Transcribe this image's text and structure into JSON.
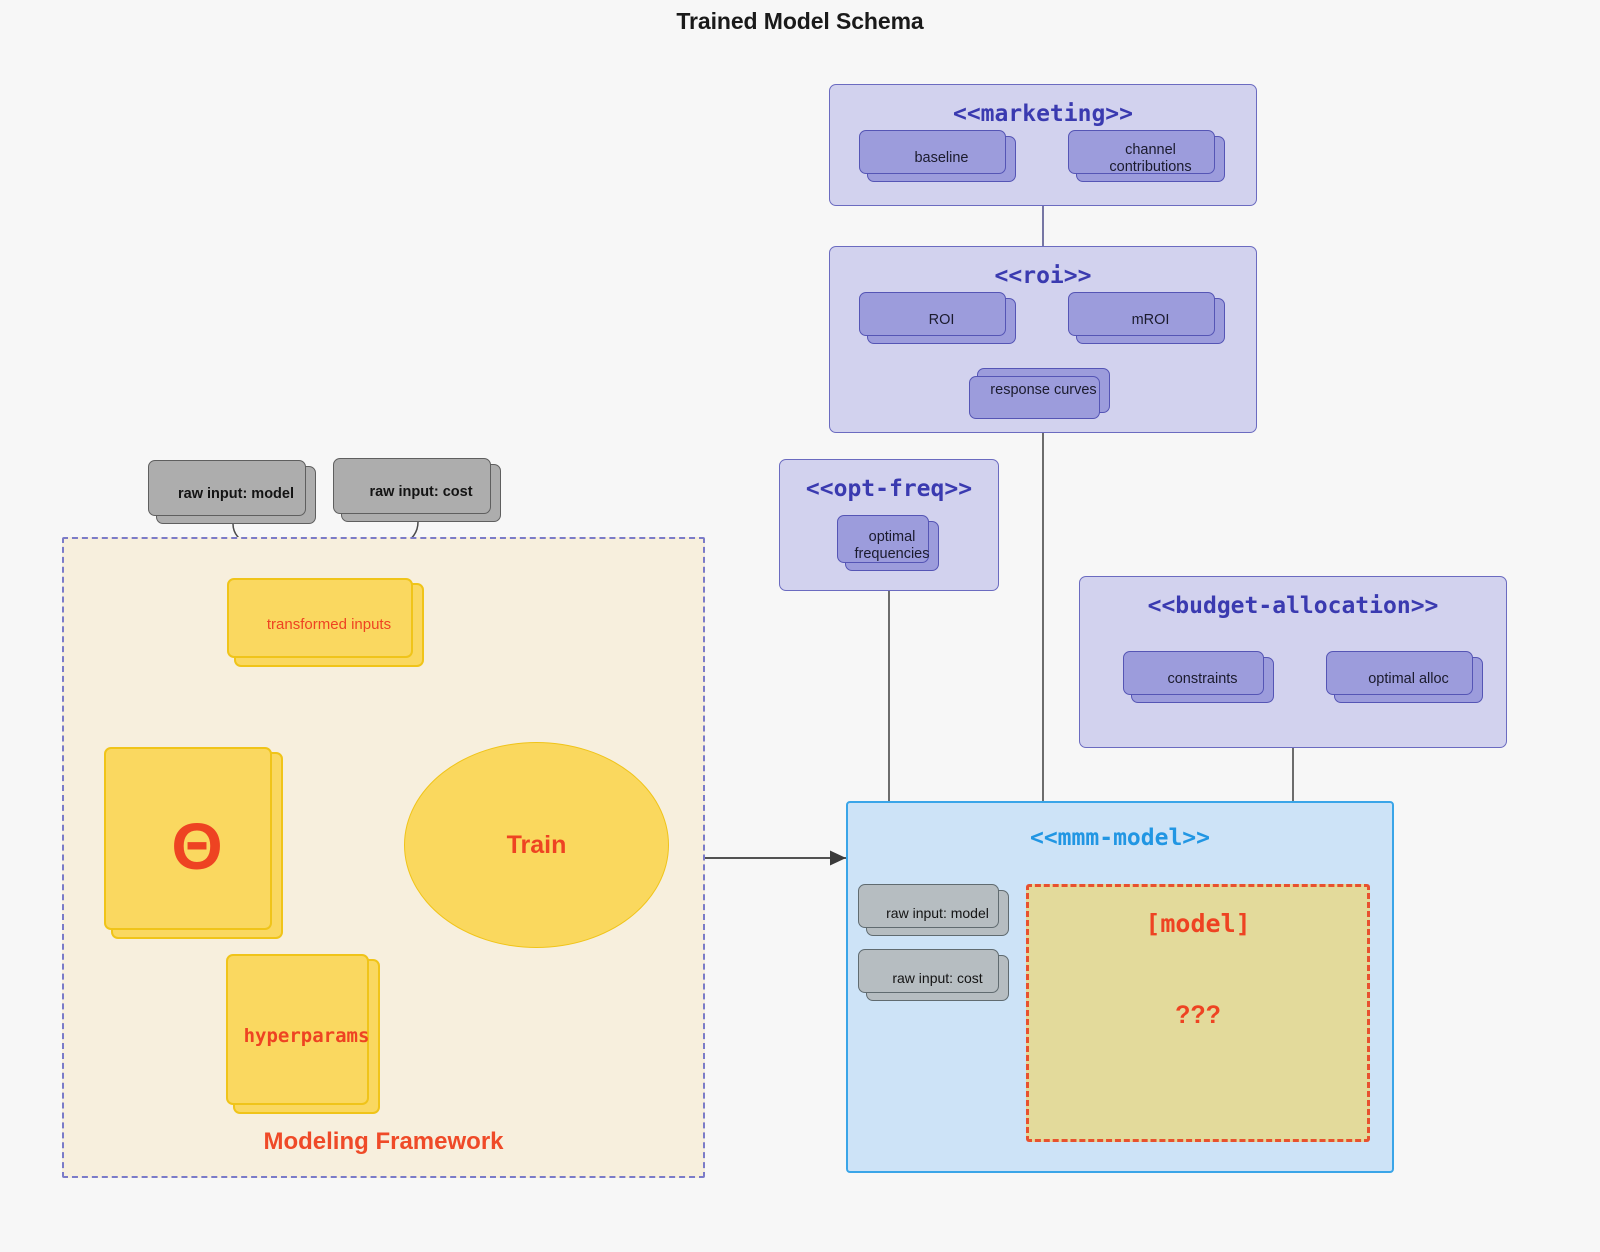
{
  "title": "Trained Model Schema",
  "colors": {
    "background": "#f7f7f7",
    "package_fill": "#d2d2ee",
    "package_border": "#6b6bc0",
    "package_title": "#3a3ab0",
    "card_purple": "#9c9cdc",
    "card_grey": "#adadad",
    "card_yellow": "#fad860",
    "mmm_fill": "#cde3f7",
    "mmm_border": "#3aa5e8",
    "mmm_title": "#2196e3",
    "dash_fill": "#e3da9b",
    "dash_border": "#e8512f",
    "accent_red": "#ee4322",
    "framework_fill": "#f7efdd",
    "framework_border": "#7b7bc8"
  },
  "packages": {
    "marketing": {
      "title": "<<marketing>>",
      "nodes": [
        {
          "label": "baseline"
        },
        {
          "label": "channel contributions"
        }
      ]
    },
    "roi": {
      "title": "<<roi>>",
      "nodes": [
        {
          "label": "ROI"
        },
        {
          "label": "mROI"
        },
        {
          "label": "response curves"
        }
      ]
    },
    "opt_freq": {
      "title": "<<opt-freq>>",
      "nodes": [
        {
          "label": "optimal\nfrequencies"
        }
      ]
    },
    "budget_allocation": {
      "title": "<<budget-allocation>>",
      "nodes": [
        {
          "label": "constraints"
        },
        {
          "label": "optimal alloc"
        }
      ]
    }
  },
  "mmm_model": {
    "title": "<<mmm-model>>",
    "inputs": [
      {
        "label": "raw input: model"
      },
      {
        "label": "raw input: cost"
      }
    ],
    "model_box": {
      "model_label": "[model]",
      "unknown_label": "???"
    }
  },
  "framework": {
    "label": "Modeling Framework",
    "raw_inputs": [
      {
        "label": "raw input: model"
      },
      {
        "label": "raw input: cost"
      }
    ],
    "transformed_inputs": {
      "label": "transformed inputs"
    },
    "theta": {
      "label": "Θ"
    },
    "hyperparams": {
      "label": "hyperparams"
    },
    "train": {
      "label": "Train"
    }
  }
}
